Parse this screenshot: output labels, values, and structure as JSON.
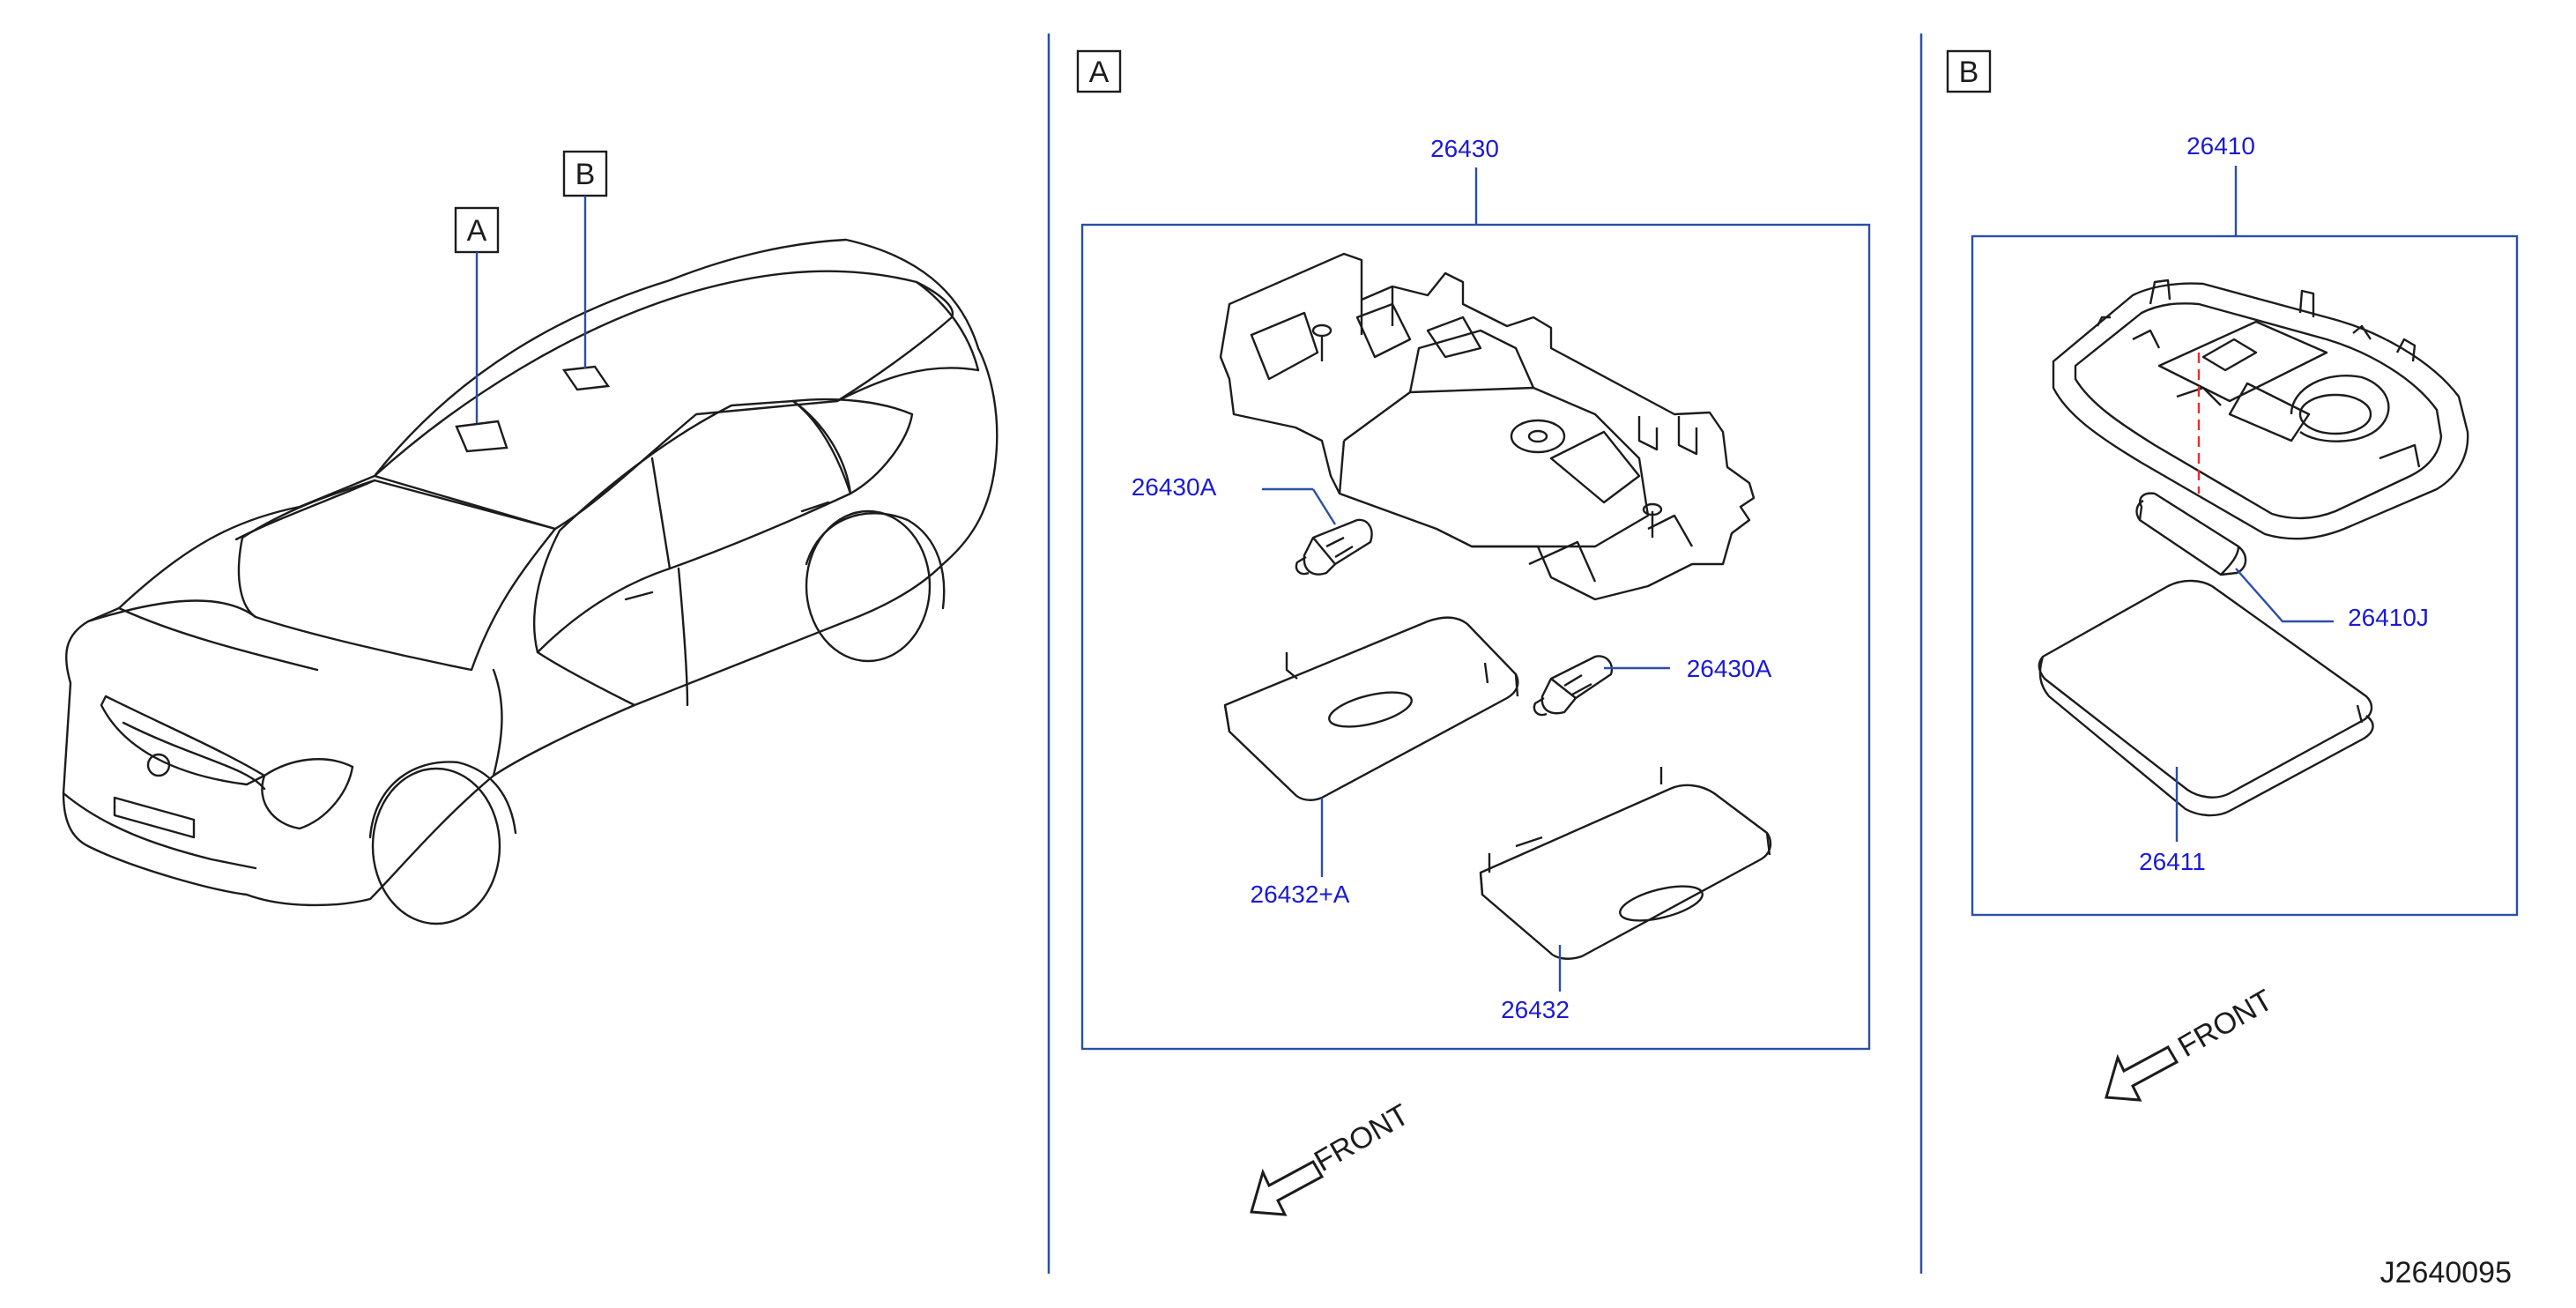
{
  "callouts": {
    "car_a": "A",
    "car_b": "B",
    "section_a": "A",
    "section_b": "B"
  },
  "section_a": {
    "part_assembly": "26430",
    "bulb_upper": "26430A",
    "bulb_lower": "26430A",
    "lens_left": "26432+A",
    "lens_right": "26432",
    "front_label": "FRONT"
  },
  "section_b": {
    "part_assembly": "26410",
    "bulb": "26410J",
    "lens": "26411",
    "front_label": "FRONT"
  },
  "diagram_code": "J2640095",
  "colors": {
    "part_label": "#1a1ad6",
    "leader": "#2b4fa8",
    "frame": "#2b4fa8",
    "line_art": "#1c1c1c",
    "centerline": "#e03030"
  }
}
